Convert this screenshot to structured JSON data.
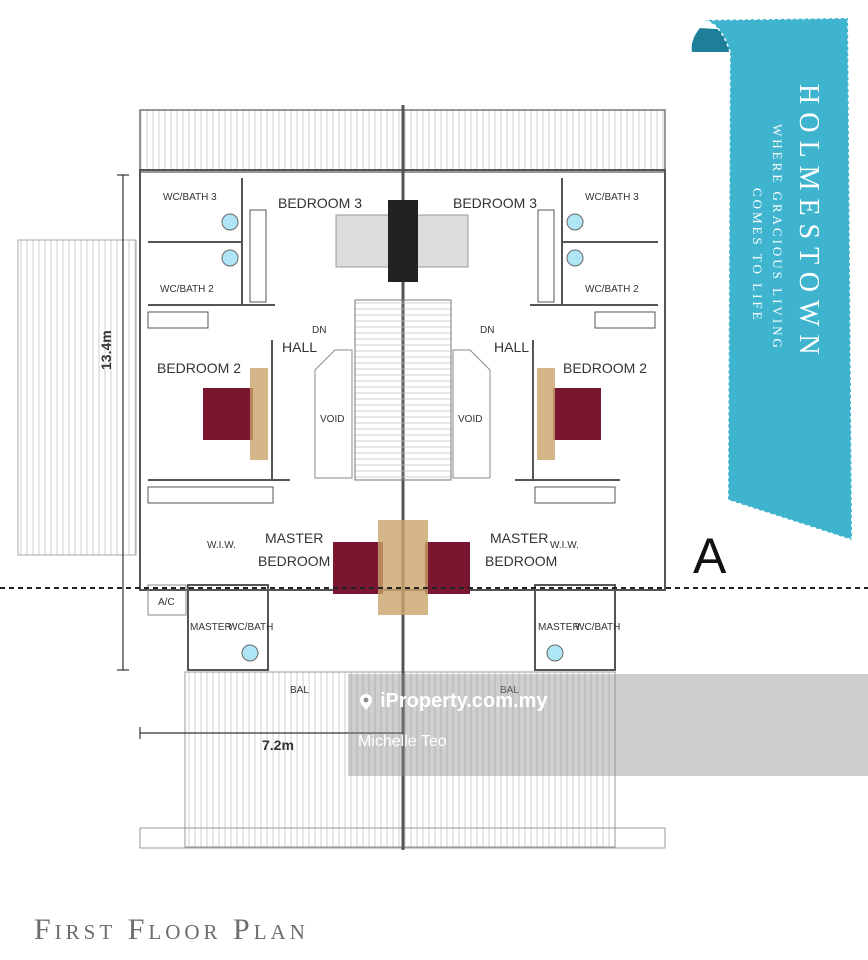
{
  "title": "First Floor Plan",
  "brand": {
    "name": "HOLMESTOWN",
    "tagline_1": "WHERE GRACIOUS LIVING",
    "tagline_2": "COMES TO LIFE",
    "ribbon_color": "#3fb4cf"
  },
  "section_marker": "A",
  "dimensions": {
    "depth": "13.4m",
    "width": "7.2m"
  },
  "rooms": {
    "bedroom_3": "BEDROOM 3",
    "wc_bath_3": "WC/BATH 3",
    "wc_bath_2": "WC/BATH 2",
    "hall": "HALL",
    "dn": "DN",
    "bedroom_2": "BEDROOM 2",
    "void": "VOID",
    "master": "MASTER",
    "bedroom": "BEDROOM",
    "wiw": "W.I.W.",
    "ac": "A/C",
    "master_bath_1": "MASTER",
    "master_bath_2": "WC/BATH",
    "bal": "BAL"
  },
  "watermark": {
    "site": "iProperty.com.my",
    "agent": "Michelle Teo"
  },
  "colors": {
    "bed": "#7a1730",
    "furniture": "#c9a46a",
    "bed3": "#d9d9d9"
  }
}
